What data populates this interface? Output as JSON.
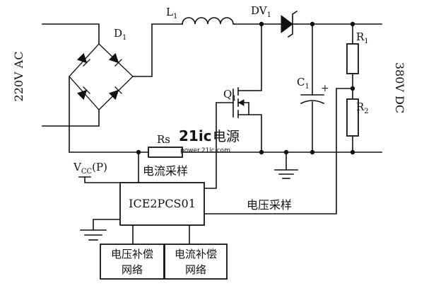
{
  "labels": {
    "input_voltage": "220V AC",
    "output_voltage": "380V DC",
    "bridge": "D",
    "bridge_sub": "1",
    "inductor": "L",
    "inductor_sub": "1",
    "boost_diode": "DV",
    "boost_diode_sub": "1",
    "mosfet": "Q",
    "mosfet_sub": "1",
    "capacitor": "C",
    "capacitor_sub": "1",
    "cap_polarity": "+",
    "r1": "R",
    "r1_sub": "1",
    "r2": "R",
    "r2_sub": "2",
    "rs": "Rs",
    "vcc": "V",
    "vcc_sub": "CC",
    "vcc_suffix": "(P)",
    "current_sense": "电流采样",
    "voltage_sense": "电压采样",
    "controller": "ICE2PCS01",
    "voltage_comp_line1": "电压补偿",
    "voltage_comp_line2": "网络",
    "current_comp_line1": "电流补偿",
    "current_comp_line2": "网络"
  },
  "watermark": {
    "logo": "21ic",
    "name": "电源",
    "url": "power.21ic.com",
    "logo_color": "#e8261d"
  }
}
